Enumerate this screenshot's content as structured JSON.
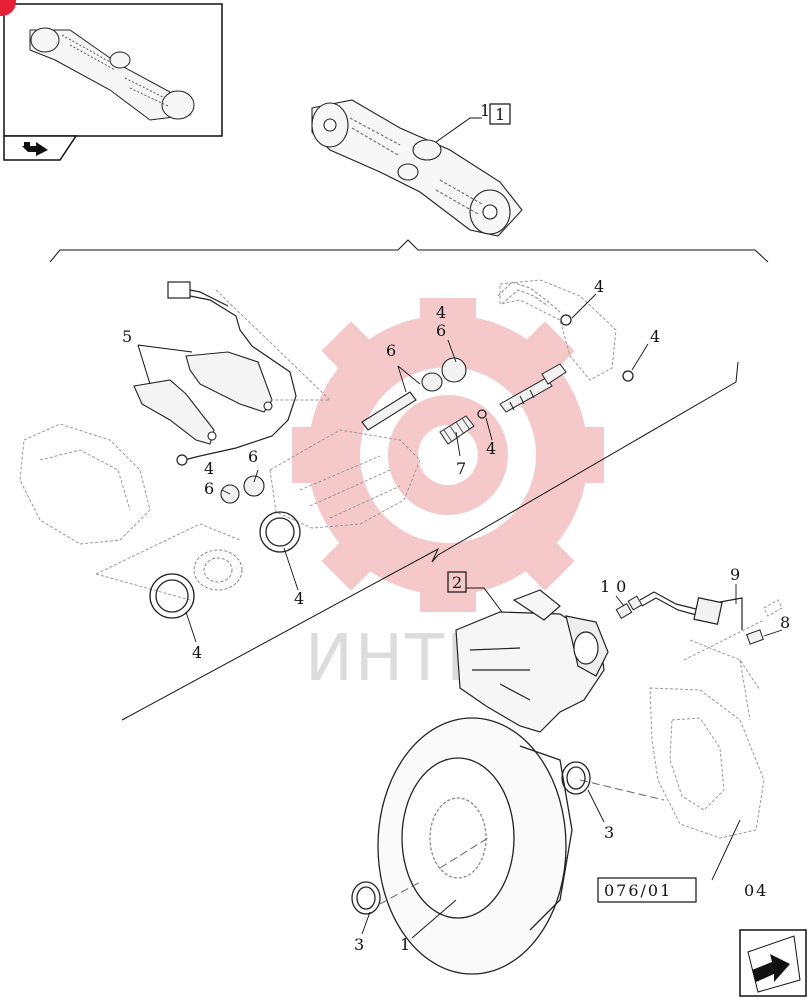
{
  "colors": {
    "line": "#1a1a1a",
    "dashed": "#9a9a9a",
    "watermark_gear": "#f4bcbc",
    "watermark_text": "#d6d6d6",
    "badge": "#e8203a"
  },
  "watermark": {
    "text": "ИНТЕХ"
  },
  "top_callout": {
    "value": "1",
    "box_label": "1"
  },
  "caliper_ref": {
    "label": "2"
  },
  "page_ref": {
    "label": "076/01",
    "suffix": "04"
  },
  "callouts": {
    "c5": "5",
    "c4a": "4",
    "c6a": "6",
    "c6b": "6",
    "c4b": "4",
    "c4c": "4",
    "c6c": "6",
    "c4d": "4",
    "c6d": "6",
    "c7": "7",
    "c4e": "4",
    "c4f": "4",
    "c10": "10",
    "c9": "9",
    "c8": "8",
    "c3a": "3",
    "c3b": "3",
    "c1": "1"
  },
  "icons": [
    "thumbnail-axle",
    "back-arrow-icon",
    "next-arrow-icon"
  ]
}
